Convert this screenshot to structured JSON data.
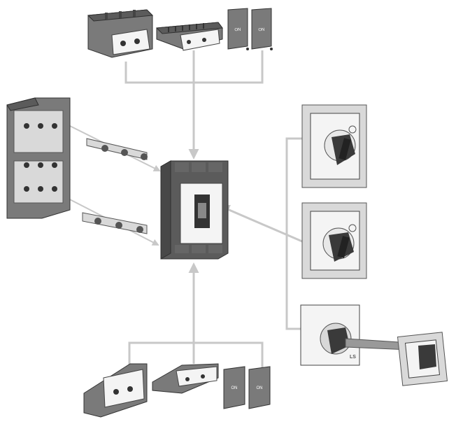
{
  "cover_labels": [
    "ON",
    "ON",
    "ON",
    "ON"
  ],
  "rotary_brand": "LS"
}
